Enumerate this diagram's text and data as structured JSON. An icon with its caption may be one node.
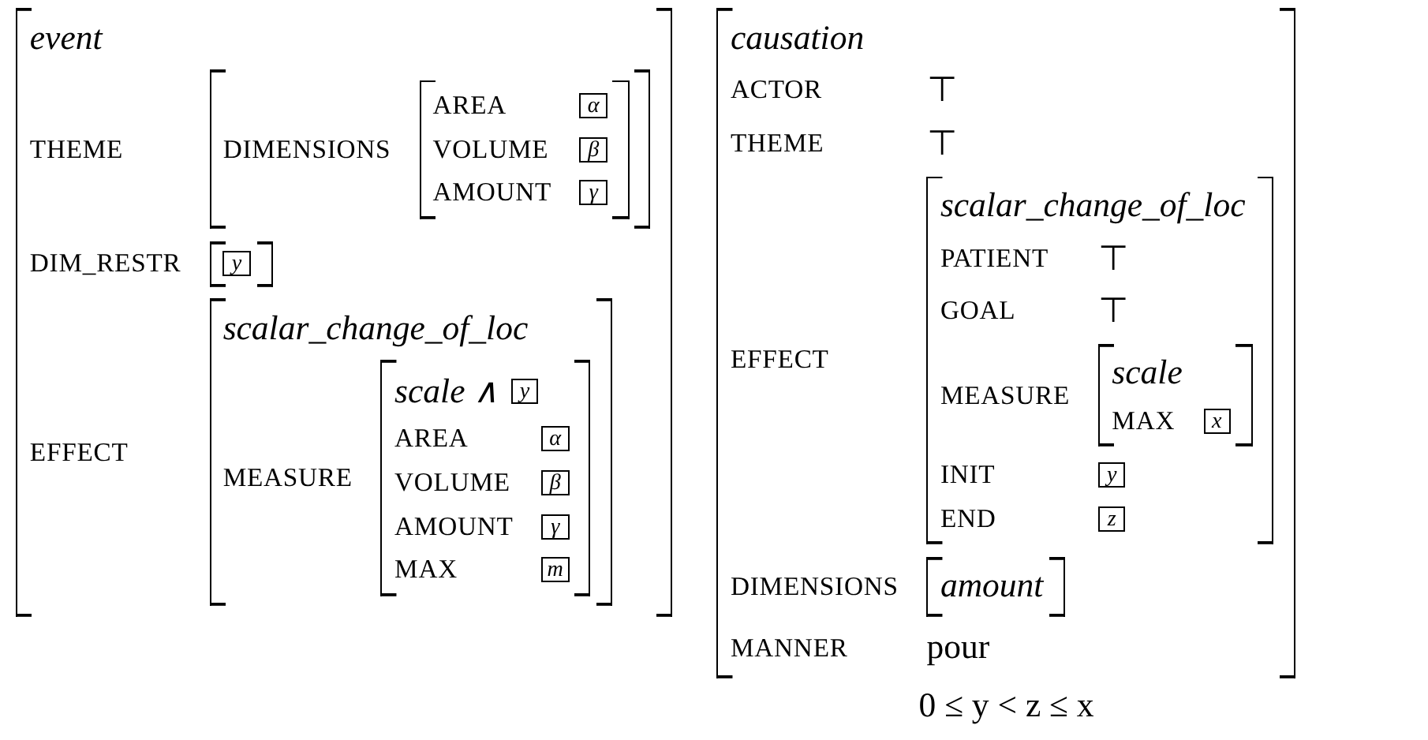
{
  "diagram": {
    "nodes": [
      {
        "text": [
          "event",
          "THEME",
          "DIM_RESTR",
          "EFFECT"
        ]
      },
      {
        "text": [
          "DIMENSIONS"
        ],
        "in": 0
      },
      {
        "text": [
          "AREA",
          "α",
          "VOLUME",
          "β",
          "AMOUNT",
          "γ"
        ],
        "in": 1
      },
      {
        "text": [
          "y"
        ],
        "in": 0
      },
      {
        "text": [
          "scalar_change_of_loc",
          "MEASURE"
        ],
        "in": 0
      },
      {
        "text": [
          "scale ∧",
          "y",
          "AREA",
          "α",
          "VOLUME",
          "β",
          "AMOUNT",
          "γ",
          "MAX",
          "m"
        ],
        "in": 4
      },
      {
        "text": [
          "causation",
          "ACTOR",
          "⊤",
          "THEME",
          "⊤",
          "EFFECT",
          "DIMENSIONS",
          "MANNER",
          "pour"
        ]
      },
      {
        "text": [
          "scalar_change_of_loc",
          "PATIENT",
          "⊤",
          "GOAL",
          "⊤",
          "MEASURE",
          "INIT",
          "y",
          "END",
          "z"
        ],
        "in": 6
      },
      {
        "text": [
          "scale",
          "MAX",
          "x"
        ],
        "in": 7
      },
      {
        "text": [
          "amount"
        ],
        "in": 6
      }
    ],
    "edges": [],
    "labels": [
      "0 ≤ y < z ≤ x"
    ]
  }
}
